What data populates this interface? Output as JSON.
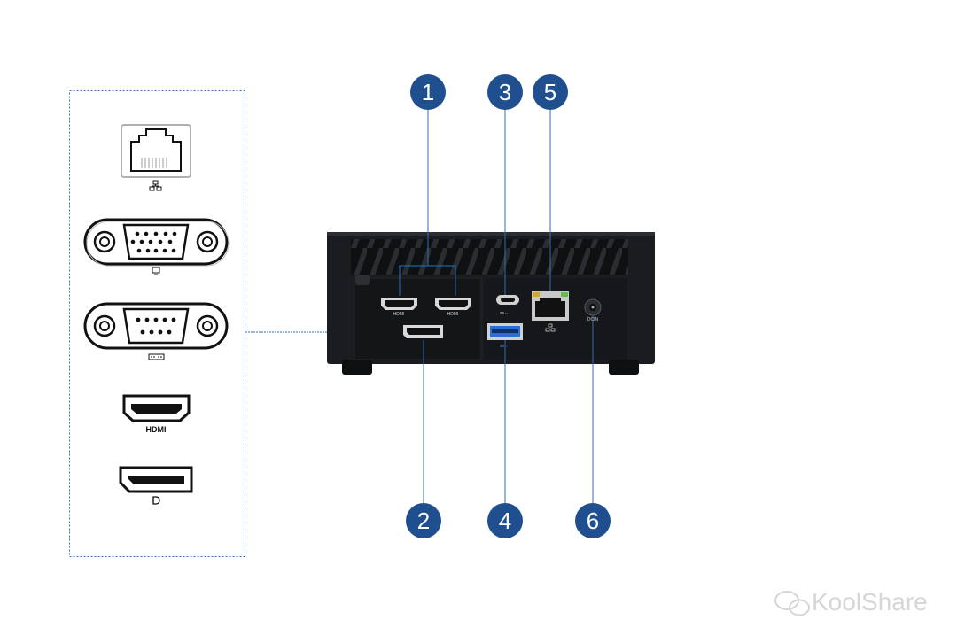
{
  "callouts": [
    "1",
    "2",
    "3",
    "4",
    "5",
    "6"
  ],
  "connector_panel": {
    "hdmi_label": "HDMI",
    "displayport_symbol": "D",
    "lan_icon": "network-icon",
    "vga_icon": "monitor-icon",
    "serial_icon": "serial-port-icon"
  },
  "device_labels": {
    "hdmi_1": "HDMI",
    "hdmi_2": "HDMI",
    "dc_in": "DCIN"
  },
  "watermark": {
    "text": "KoolShare",
    "icon": "wechat-icon"
  },
  "colors": {
    "callout": "#1f4f8f",
    "leader_line": "#2f6fb0",
    "device_body": "#16181b",
    "usb_blue": "#2a6fd6"
  }
}
